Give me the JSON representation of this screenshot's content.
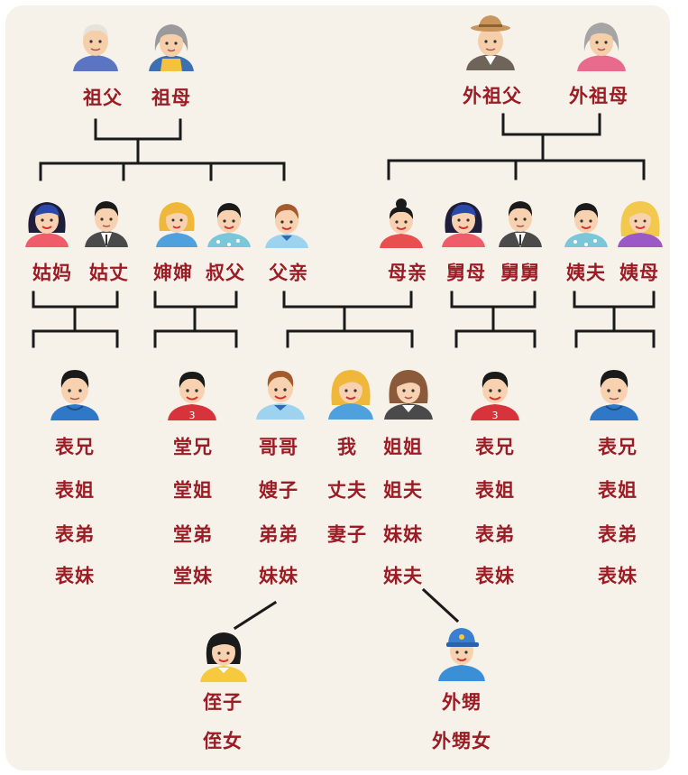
{
  "labels": {
    "grandfather": "祖父",
    "grandmother": "祖母",
    "maternal_grandfather": "外祖父",
    "maternal_grandmother": "外祖母",
    "paternal_aunt": "姑妈",
    "paternal_aunt_husband": "姑丈",
    "uncle_wife": "婶婶",
    "paternal_uncle": "叔父",
    "father": "父亲",
    "mother": "母亲",
    "maternal_uncle_wife": "舅母",
    "maternal_uncle": "舅舅",
    "maternal_aunt_husband": "姨夫",
    "maternal_aunt": "姨母",
    "elder_brother": "哥哥",
    "me": "我",
    "elder_sister": "姐姐",
    "sister_in_law": "嫂子",
    "husband": "丈夫",
    "sister_husband": "姐夫",
    "younger_brother": "弟弟",
    "wife": "妻子",
    "younger_sister": "妹妹",
    "younger_sister_2": "妹妹",
    "younger_sister_husband": "妹夫",
    "nephew": "侄子",
    "niece": "侄女",
    "sister_son": "外甥",
    "sister_daughter": "外甥女"
  },
  "cousin_groups": {
    "paternal_aunt_children": [
      "表兄",
      "表姐",
      "表弟",
      "表妹"
    ],
    "paternal_uncle_children": [
      "堂兄",
      "堂姐",
      "堂弟",
      "堂妹"
    ],
    "maternal_uncle_children": [
      "表兄",
      "表姐",
      "表弟",
      "表妹"
    ],
    "maternal_aunt_children": [
      "表兄",
      "表姐",
      "表弟",
      "表妹"
    ]
  },
  "colors": {
    "label": "#9b1c24",
    "line": "#1a1a1a",
    "background": "#f6f2ea"
  }
}
